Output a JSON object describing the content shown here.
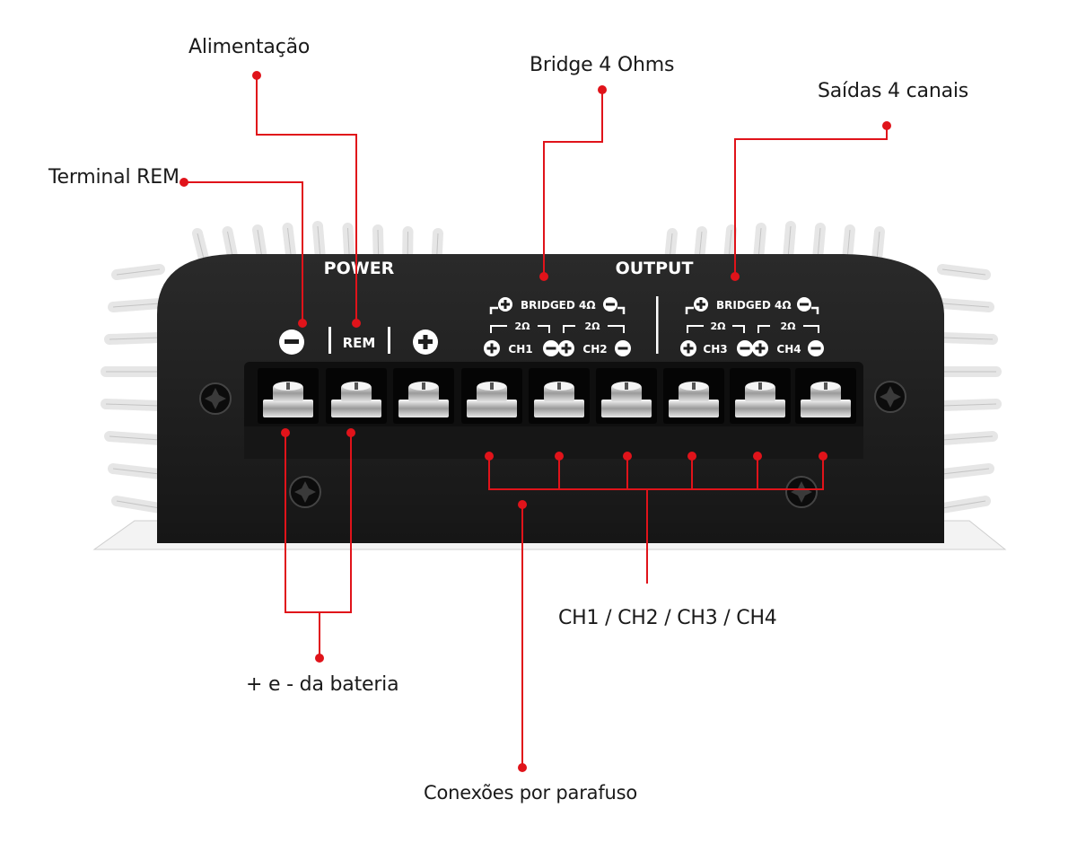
{
  "callouts": {
    "alimentacao": "Alimentação",
    "bridge": "Bridge 4 Ohms",
    "saidas": "Saídas 4 canais",
    "terminal_rem": "Terminal REM",
    "channels": "CH1 / CH2 / CH3 / CH4",
    "bateria": "+ e - da bateria",
    "conexoes": "Conexões por parafuso"
  },
  "panel": {
    "power_title": "POWER",
    "output_title": "OUTPUT",
    "rem_label": "REM",
    "bridged_label_left": "BRIDGED 4Ω",
    "bridged_label_right": "BRIDGED 4Ω",
    "ohm_2": "2Ω",
    "ch1": "CH1",
    "ch2": "CH2",
    "ch3": "CH3",
    "ch4": "CH4"
  },
  "colors": {
    "callout_line": "#e0131a",
    "panel_body": "#1e1e1e",
    "terminal_block": "#101010",
    "heatsink": "#f2f2f2"
  },
  "icons": [
    "minus-circle-icon",
    "plus-circle-icon",
    "screw-icon",
    "star-bolt-icon"
  ]
}
